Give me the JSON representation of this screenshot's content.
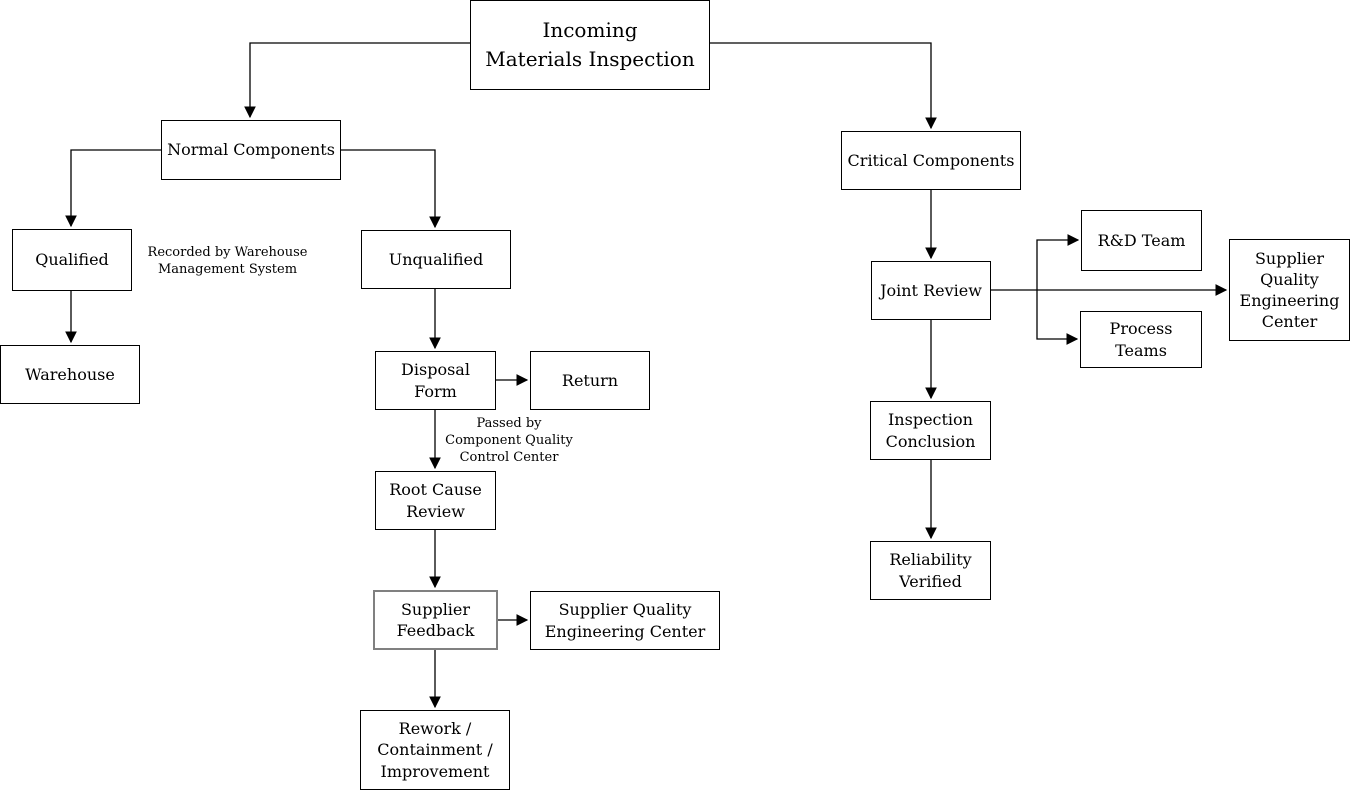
{
  "diagram_title": "Incoming Materials Inspection",
  "colors": {
    "background": "#ffffff",
    "box_border": "#000000",
    "highlight_border": "#808080",
    "text": "#000000"
  },
  "nodes": {
    "title": {
      "label": "Incoming\nMaterials Inspection"
    },
    "normal": {
      "label": "Normal Components"
    },
    "qualified": {
      "label": "Qualified"
    },
    "warehouse": {
      "label": "Warehouse"
    },
    "unqualified": {
      "label": "Unqualified"
    },
    "disposal_form": {
      "label": "Disposal\nForm"
    },
    "return": {
      "label": "Return"
    },
    "root_cause": {
      "label": "Root Cause\nReview"
    },
    "supplier_feedback": {
      "label": "Supplier\nFeedback"
    },
    "sqec_left": {
      "label": "Supplier Quality\nEngineering Center"
    },
    "rework": {
      "label": "Rework /\nContainment /\nImprovement"
    },
    "critical": {
      "label": "Critical Components"
    },
    "joint_review": {
      "label": "Joint Review"
    },
    "rnd_team": {
      "label": "R&D Team"
    },
    "process_teams": {
      "label": "Process\nTeams"
    },
    "sqec_right": {
      "label": "Supplier\nQuality\nEngineering\nCenter"
    },
    "inspection": {
      "label": "Inspection\nConclusion"
    },
    "reliability": {
      "label": "Reliability\nVerified"
    }
  },
  "notes": {
    "recorded_by": {
      "label": "Recorded by Warehouse\nManagement System"
    },
    "passed_by": {
      "label": "Passed by\nComponent Quality\nControl Center"
    }
  }
}
